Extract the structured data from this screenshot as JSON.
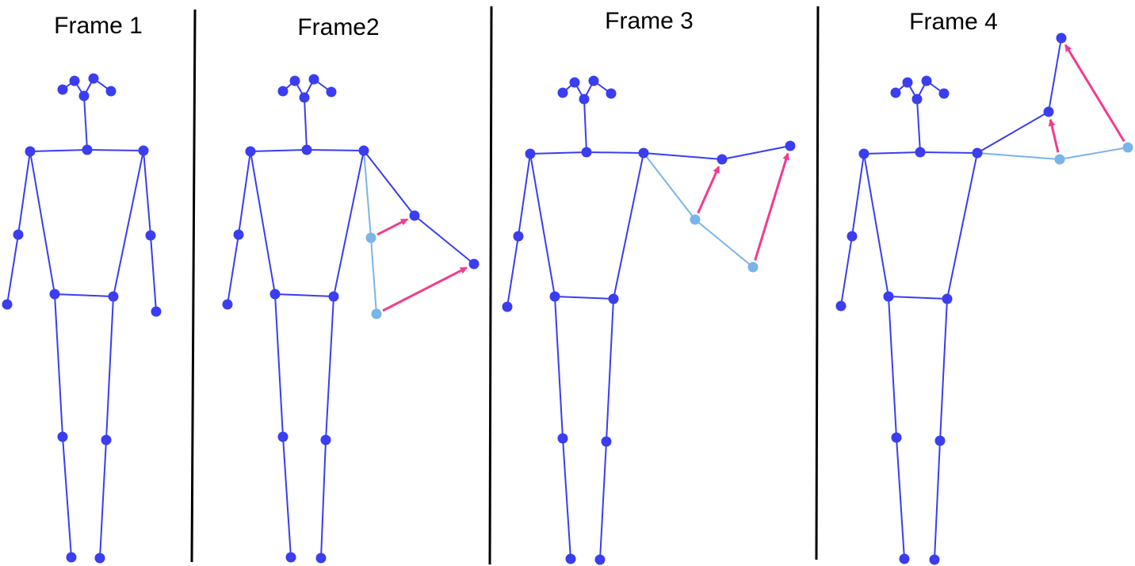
{
  "colors": {
    "skeleton": "#3a3df0",
    "previous_pose": "#7ab4ea",
    "motion_arrow": "#f23b8f",
    "divider": "#000000"
  },
  "frames": [
    {
      "title": "Frame 1",
      "previous_arm": null,
      "arrows": [],
      "right_arm_down": true
    },
    {
      "title": "Frame2",
      "previous_arm": "down",
      "arrows": [
        "elbow",
        "wrist"
      ],
      "right_arm_down": false
    },
    {
      "title": "Frame 3",
      "previous_arm": "diagonal",
      "arrows": [
        "elbow",
        "wrist"
      ],
      "right_arm_down": false
    },
    {
      "title": "Frame 4",
      "previous_arm": "horizontal",
      "arrows": [
        "elbow",
        "wrist"
      ],
      "right_arm_down": false
    }
  ]
}
